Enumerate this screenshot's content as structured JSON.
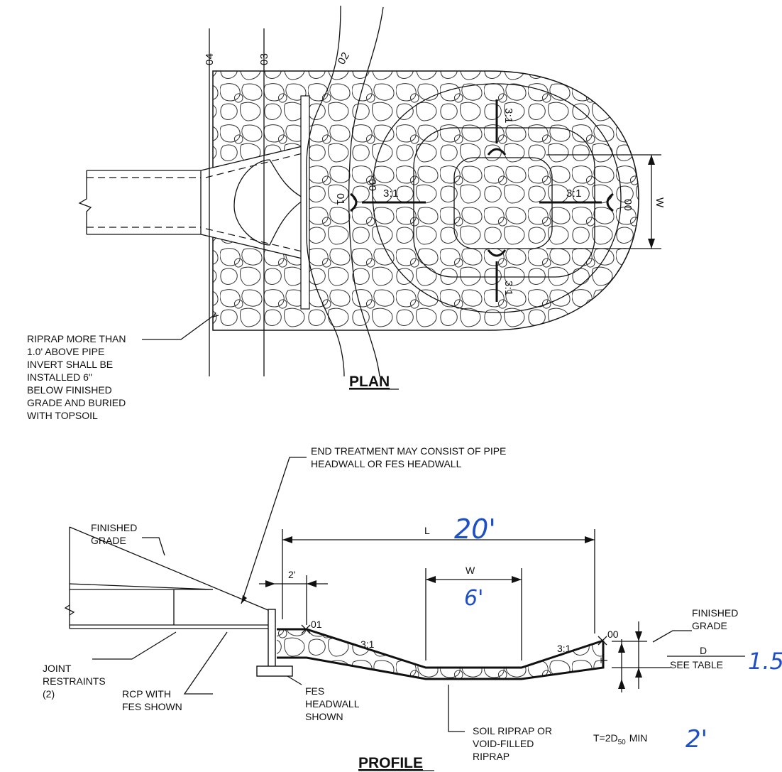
{
  "plan": {
    "title": "PLAN",
    "contours": [
      "04",
      "03",
      "02",
      "01",
      "00",
      "00"
    ],
    "slopes": [
      "3:1",
      "3:1",
      "3:1",
      "3:1"
    ],
    "dim_w": "W",
    "note": [
      "RIPRAP MORE THAN",
      "1.0' ABOVE PIPE",
      "INVERT SHALL BE",
      "INSTALLED 6\"",
      "BELOW FINISHED",
      "GRADE AND BURIED",
      "WITH TOPSOIL"
    ]
  },
  "profile": {
    "title": "PROFILE",
    "end_treatment_note": [
      "END TREATMENT MAY CONSIST OF PIPE",
      "HEADWALL OR FES HEADWALL"
    ],
    "finished_grade_left": [
      "FINISHED",
      "GRADE"
    ],
    "finished_grade_right": [
      "FINISHED",
      "GRADE"
    ],
    "dim_L": "L",
    "dim_W": "W",
    "dim_2ft": "2'",
    "elev_01": "01",
    "elev_00": "00",
    "slope_left": "3:1",
    "slope_right": "3:1",
    "dim_D": "D",
    "see_table": "SEE TABLE",
    "dim_T": "T",
    "joint_restraints": [
      "JOINT",
      "RESTRAINTS",
      "(2)"
    ],
    "rcp_note": [
      "RCP WITH",
      "FES SHOWN"
    ],
    "fes_note": [
      "FES",
      "HEADWALL",
      "SHOWN"
    ],
    "soil_note": [
      "SOIL RIPRAP OR",
      "VOID-FILLED",
      "RIPRAP"
    ],
    "t_formula": "T=2D",
    "t_sub": "50",
    "t_min": "MIN"
  },
  "handwritten": {
    "L_value": "20'",
    "W_value": "6'",
    "D_value": "1.5'",
    "T_value": "2'"
  }
}
